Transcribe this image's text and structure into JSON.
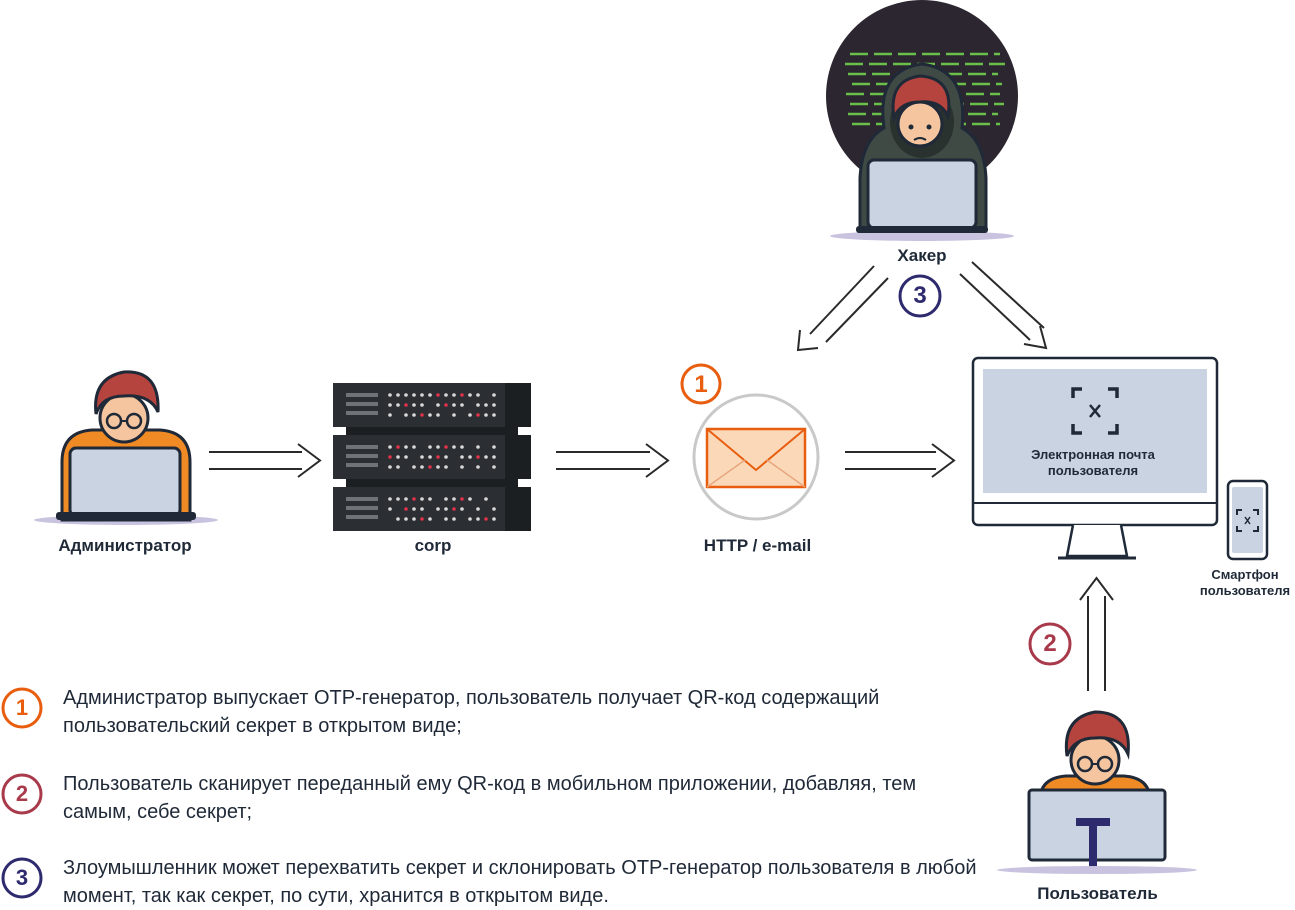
{
  "nodes": {
    "admin": "Администратор",
    "corp": "corp",
    "http": "HTTP / e-mail",
    "hacker": "Хакер",
    "user": "Пользователь",
    "phone": "Смартфон пользователя",
    "email_screen": "Электронная почта пользователя"
  },
  "steps": {
    "flow1": "1",
    "flow2": "2",
    "flow3": "3"
  },
  "legend": [
    {
      "num": "1",
      "text": "Администратор выпускает OTP-генератор, пользователь получает QR-код содержащий пользовательский секрет в открытом виде;"
    },
    {
      "num": "2",
      "text": "Пользователь сканирует переданный ему QR-код в мобильном приложении, добавляя, тем самым, себе секрет;"
    },
    {
      "num": "3",
      "text": "Злоумышленник может перехватить секрет и склонировать OTP-генератор пользователя в любой момент, так как секрет, по сути, хранится в открытом виде."
    }
  ],
  "colors": {
    "step1": "#e85d0e",
    "step2": "#a83a4b",
    "step3": "#2e2a6e",
    "arrow": "#2a2a2a",
    "server": "#2b2f33",
    "screen": "#c9d3e2",
    "envelope": "#fbd9b8",
    "hoodie": "#3f4a45",
    "hacker_bg": "#2c2630",
    "code_lines": "#6abf4b",
    "hair": "#b5443e",
    "skin": "#f5c59f",
    "orange_shirt": "#f08a24",
    "dark_outline": "#1f2937"
  },
  "icons": [
    "laptop-icon",
    "server-icon",
    "envelope-icon",
    "monitor-icon",
    "smartphone-icon",
    "qr-scan-icon",
    "hacker-icon",
    "user-icon"
  ]
}
